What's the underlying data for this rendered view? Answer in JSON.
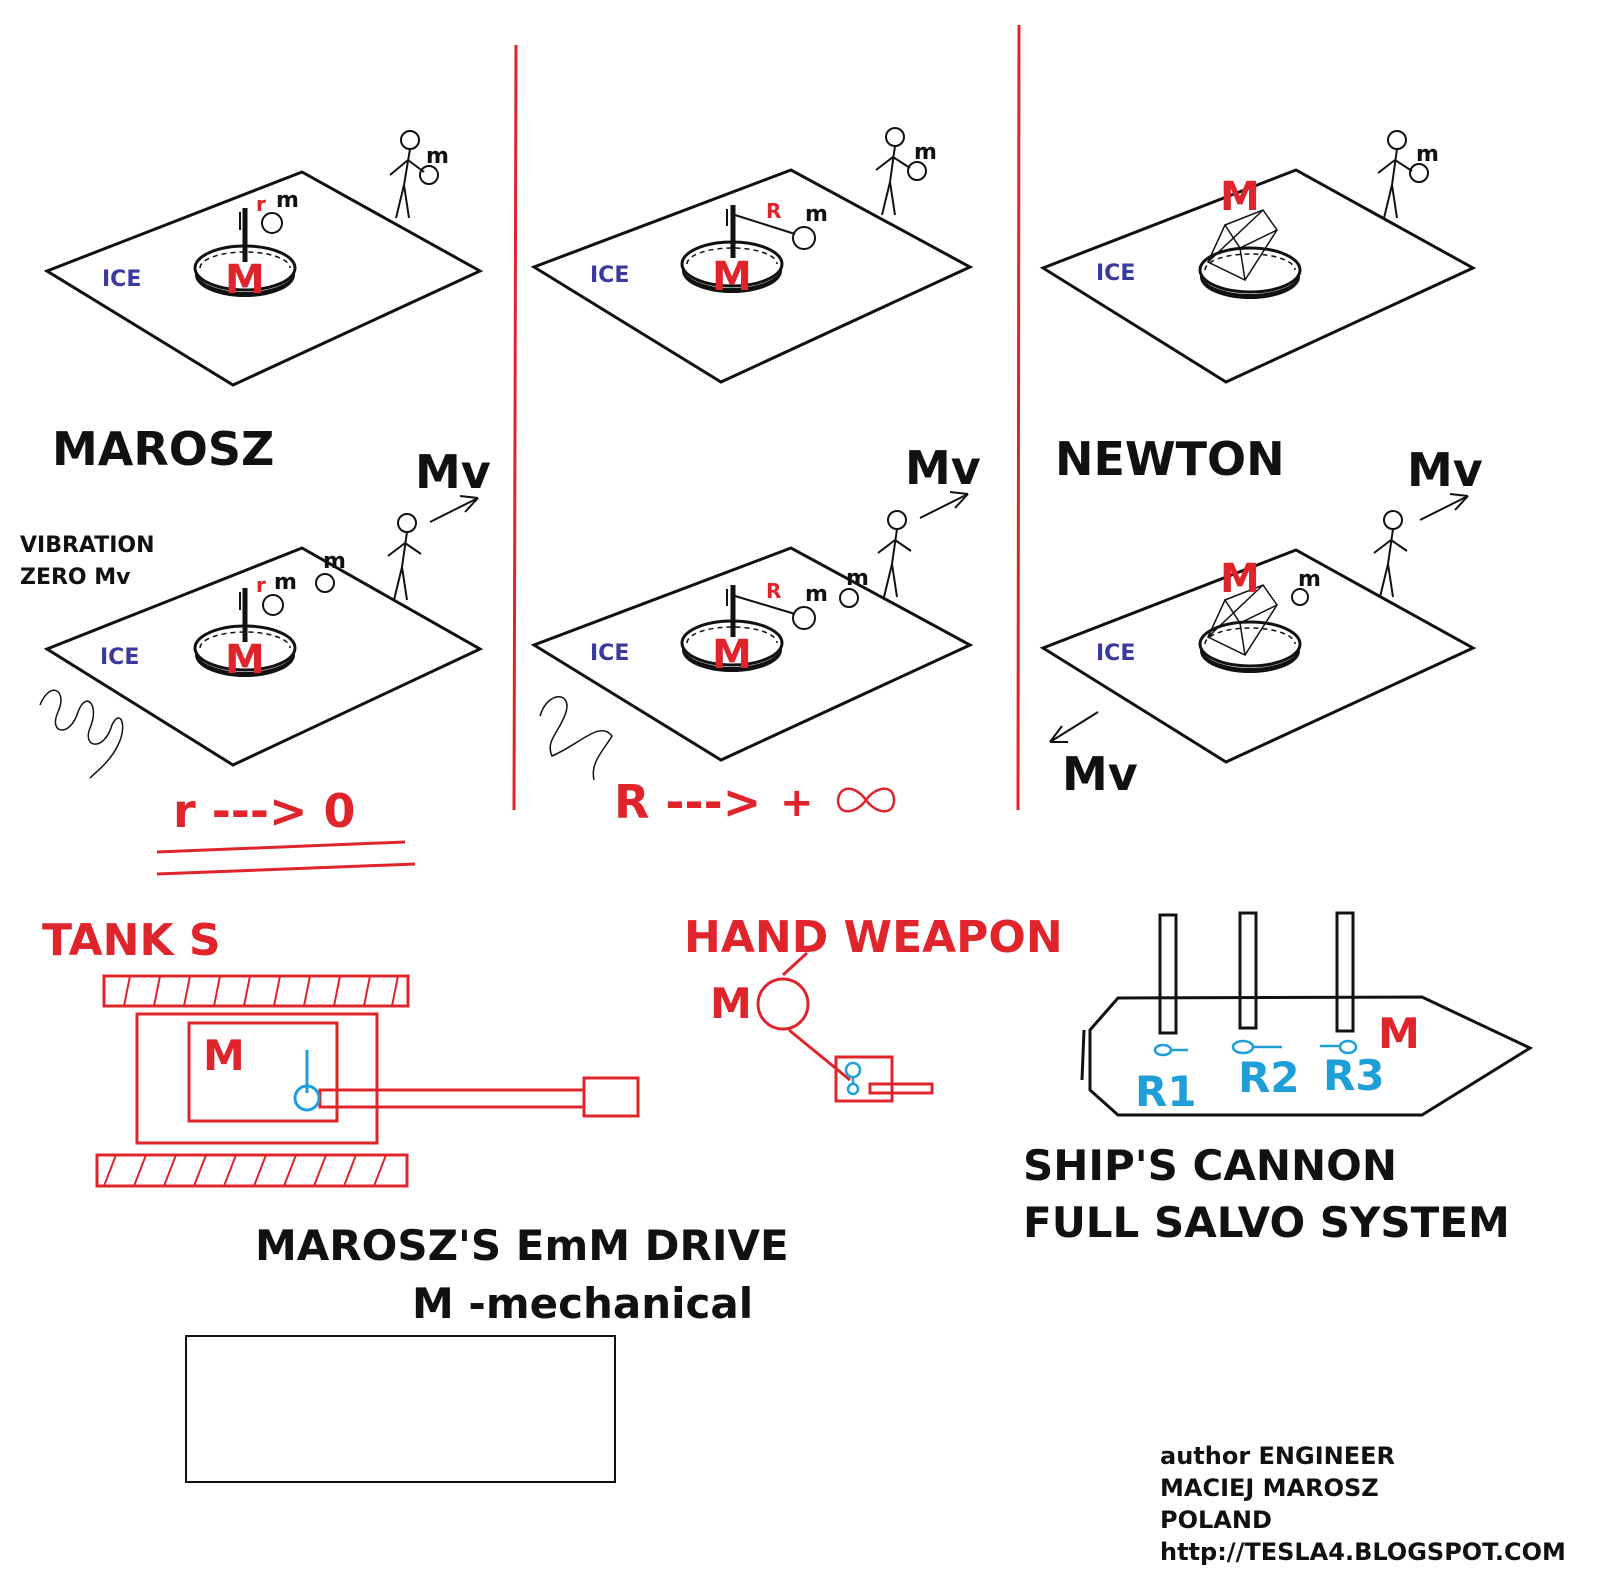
{
  "colors": {
    "red": "#e0242c",
    "blue": "#3a3a9e",
    "cyan": "#1e9fd8",
    "ink": "#111111"
  },
  "labels": {
    "ice": "ICE",
    "big_m": "M",
    "small_m": "m",
    "r_small": "r",
    "r_big": "R",
    "mv": "Mv",
    "marosz": "MAROSZ",
    "newton": "NEWTON",
    "vibration_line1": "VIBRATION",
    "vibration_line2": "ZERO Mv",
    "r_to_zero": "r ---> 0",
    "r_to_inf_arrow": "R --->",
    "r_to_inf_plus": "+"
  },
  "weapons": {
    "tanks": "TANK S",
    "hand_weapon": "HAND WEAPON",
    "m": "M",
    "r1": "R1",
    "r2": "R2",
    "r3": "R3",
    "cannon_line1": "SHIP'S CANNON",
    "cannon_line2": "FULL SALVO SYSTEM"
  },
  "drive": {
    "line1": "MAROSZ'S EmM DRIVE",
    "line2": "M -mechanical"
  },
  "author": {
    "line1": "author ENGINEER",
    "line2": "MACIEJ MAROSZ",
    "line3": "POLAND",
    "line4": "http://TESLA4.BLOGSPOT.COM"
  }
}
